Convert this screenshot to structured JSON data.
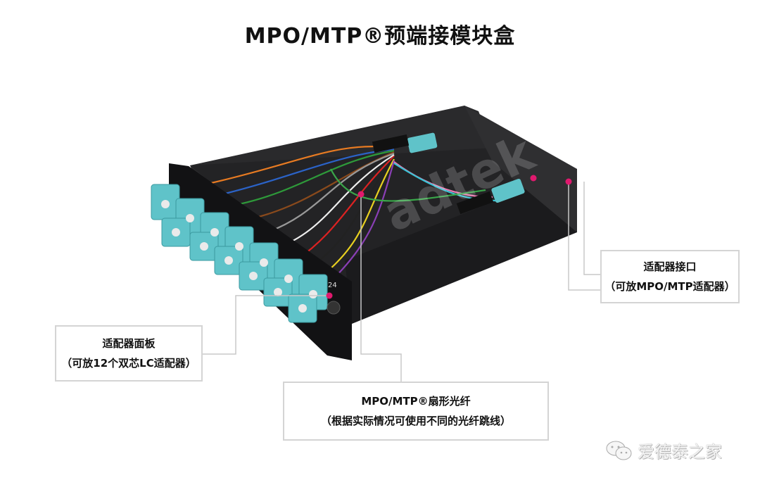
{
  "title": "MPO/MTP®预端接模块盒",
  "panel_number": "24",
  "watermark": "adtek",
  "callouts": {
    "adapter_port": {
      "line1": "适配器接口",
      "line2": "（可放MPO/MTP适配器）"
    },
    "adapter_panel": {
      "line1": "适配器面板",
      "line2": "（可放12个双芯LC适配器）"
    },
    "fanout_fiber": {
      "line1": "MPO/MTP®扇形光纤",
      "line2": "（根据实际情况可使用不同的光纤跳线）"
    }
  },
  "brand": {
    "icon": "wechat-icon",
    "name": "爱德泰之家"
  },
  "colors": {
    "aqua": "#5fc3c9",
    "box": "#1c1c1e",
    "marker": "#e0196e",
    "leader": "#c8c8c8"
  }
}
